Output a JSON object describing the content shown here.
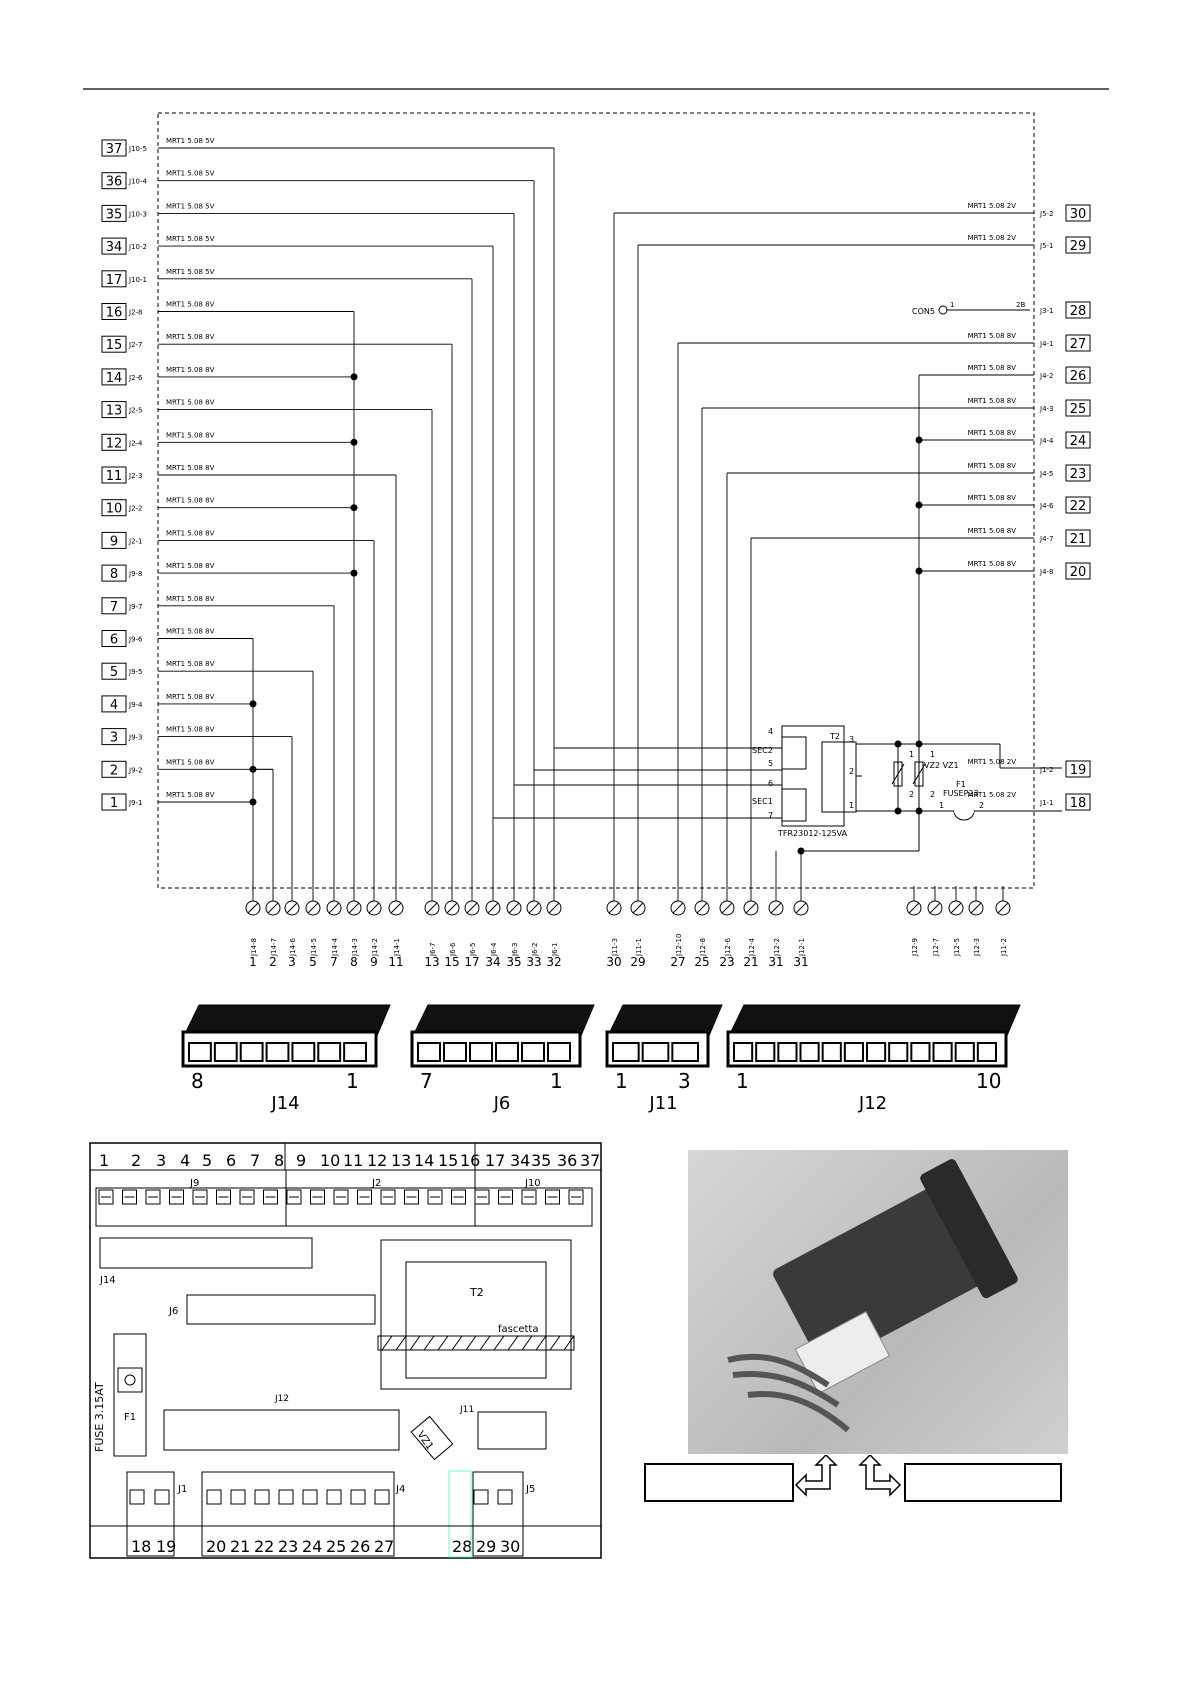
{
  "left_terminals": [
    {
      "num": "37",
      "conn": "J10-5",
      "wire": "MRT1 5.08 5V",
      "pin": "J6-1"
    },
    {
      "num": "36",
      "conn": "J10-4",
      "wire": "MRT1 5.08 5V",
      "pin": "J6-2"
    },
    {
      "num": "35",
      "conn": "J10-3",
      "wire": "MRT1 5.08 5V",
      "pin": "J6-3"
    },
    {
      "num": "34",
      "conn": "J10-2",
      "wire": "MRT1 5.08 5V",
      "pin": "J6-4"
    },
    {
      "num": "17",
      "conn": "J10-1",
      "wire": "MRT1 5.08 5V",
      "pin": "J6-5"
    },
    {
      "num": "16",
      "conn": "J2-8",
      "wire": "MRT1 5.08 8V",
      "pin": "J14-3"
    },
    {
      "num": "15",
      "conn": "J2-7",
      "wire": "MRT1 5.08 8V",
      "pin": "J6-6"
    },
    {
      "num": "14",
      "conn": "J2-6",
      "wire": "MRT1 5.08 8V",
      "pin": "J14-3"
    },
    {
      "num": "13",
      "conn": "J2-5",
      "wire": "MRT1 5.08 8V",
      "pin": "J6-7"
    },
    {
      "num": "12",
      "conn": "J2-4",
      "wire": "MRT1 5.08 8V",
      "pin": "J14-3"
    },
    {
      "num": "11",
      "conn": "J2-3",
      "wire": "MRT1 5.08 8V",
      "pin": "J14-1"
    },
    {
      "num": "10",
      "conn": "J2-2",
      "wire": "MRT1 5.08 8V",
      "pin": "J14-3"
    },
    {
      "num": "9",
      "conn": "J2-1",
      "wire": "MRT1 5.08 8V",
      "pin": "J14-2"
    },
    {
      "num": "8",
      "conn": "J9-8",
      "wire": "MRT1 5.08 8V",
      "pin": "J14-3"
    },
    {
      "num": "7",
      "conn": "J9-7",
      "wire": "MRT1 5.08 8V",
      "pin": "J14-4"
    },
    {
      "num": "6",
      "conn": "J9-6",
      "wire": "MRT1 5.08 8V",
      "pin": "J14-8"
    },
    {
      "num": "5",
      "conn": "J9-5",
      "wire": "MRT1 5.08 8V",
      "pin": "J14-5"
    },
    {
      "num": "4",
      "conn": "J9-4",
      "wire": "MRT1 5.08 8V",
      "pin": "J14-8"
    },
    {
      "num": "3",
      "conn": "J9-3",
      "wire": "MRT1 5.08 8V",
      "pin": "J14-6"
    },
    {
      "num": "2",
      "conn": "J9-2",
      "wire": "MRT1 5.08 8V",
      "pin": "J14-7"
    },
    {
      "num": "1",
      "conn": "J9-1",
      "wire": "MRT1 5.08 8V",
      "pin": "J14-8"
    }
  ],
  "right_terminals": [
    {
      "num": "30",
      "conn": "J5-2",
      "wire": "MRT1 5.08 2V"
    },
    {
      "num": "29",
      "conn": "J5-1",
      "wire": "MRT1 5.08 2V"
    },
    {
      "num": "28",
      "conn": "J3-1",
      "wire": ""
    },
    {
      "num": "27",
      "conn": "J4-1",
      "wire": "MRT1 5.08 8V"
    },
    {
      "num": "26",
      "conn": "J4-2",
      "wire": "MRT1 5.08 8V"
    },
    {
      "num": "25",
      "conn": "J4-3",
      "wire": "MRT1 5.08 8V"
    },
    {
      "num": "24",
      "conn": "J4-4",
      "wire": "MRT1 5.08 8V"
    },
    {
      "num": "23",
      "conn": "J4-5",
      "wire": "MRT1 5.08 8V"
    },
    {
      "num": "22",
      "conn": "J4-6",
      "wire": "MRT1 5.08 8V"
    },
    {
      "num": "21",
      "conn": "J4-7",
      "wire": "MRT1 5.08 8V"
    },
    {
      "num": "20",
      "conn": "J4-8",
      "wire": "MRT1 5.08 8V"
    },
    {
      "num": "19",
      "conn": "J1-2",
      "wire": "MRT1 5.08 2V"
    },
    {
      "num": "18",
      "conn": "J1-1",
      "wire": "MRT1 5.08 2V"
    }
  ],
  "con5": {
    "label": "CON5",
    "pin_a": "1",
    "pin_b": "2B"
  },
  "bottom_pins": [
    {
      "label": "J14-8",
      "num": "1"
    },
    {
      "label": "J14-7",
      "num": "2"
    },
    {
      "label": "J14-6",
      "num": "3"
    },
    {
      "label": "J14-5",
      "num": "5"
    },
    {
      "label": "J14-4",
      "num": "7"
    },
    {
      "label": "J14-3",
      "num": "8"
    },
    {
      "label": "J14-2",
      "num": "9"
    },
    {
      "label": "J14-1",
      "num": "11"
    },
    {
      "label": "J6-7",
      "num": "13"
    },
    {
      "label": "J6-6",
      "num": "15"
    },
    {
      "label": "J6-5",
      "num": "17"
    },
    {
      "label": "J6-4",
      "num": "34"
    },
    {
      "label": "J6-3",
      "num": "35"
    },
    {
      "label": "J6-2",
      "num": "33"
    },
    {
      "label": "J6-1",
      "num": "32"
    },
    {
      "label": "J11-3",
      "num": "30"
    },
    {
      "label": "J11-1",
      "num": "29"
    },
    {
      "label": "J12-10",
      "num": "27"
    },
    {
      "label": "J12-8",
      "num": "25"
    },
    {
      "label": "J12-6",
      "num": "23"
    },
    {
      "label": "J12-4",
      "num": "21"
    },
    {
      "label": "J12-2",
      "num": "31"
    },
    {
      "label": "J12-1",
      "num": "31"
    },
    {
      "label": "J12-9",
      "num": ""
    },
    {
      "label": "J12-7",
      "num": ""
    },
    {
      "label": "J12-5",
      "num": ""
    },
    {
      "label": "J12-3",
      "num": ""
    },
    {
      "label": "J11-2",
      "num": ""
    }
  ],
  "transformer": {
    "ref": "T2",
    "sec2": "SEC2",
    "sec1": "SEC1",
    "model": "TFR23012-125VA",
    "pins": [
      "4",
      "5",
      "6",
      "7",
      "3",
      "2",
      "1"
    ],
    "varistors": "VZ2  VZ1",
    "var_pins": [
      "1",
      "1",
      "2",
      "2"
    ],
    "fuse_ref": "F1",
    "fuse_model": "FUSEP23",
    "fuse_pins": [
      "1",
      "2"
    ]
  },
  "connectors": [
    {
      "name": "J14",
      "left": "8",
      "right": "1"
    },
    {
      "name": "J6",
      "left": "7",
      "right": "1"
    },
    {
      "name": "J11",
      "left": "1",
      "right": "3"
    },
    {
      "name": "J12",
      "left": "1",
      "right": "10"
    }
  ],
  "board": {
    "top_numbers": [
      "1",
      "2",
      "3",
      "4",
      "5",
      "6",
      "7",
      "8",
      "9",
      "10",
      "11",
      "12",
      "13",
      "14",
      "15",
      "16",
      "17",
      "34",
      "35",
      "36",
      "37"
    ],
    "top_blocks": [
      "J9",
      "J2",
      "J10"
    ],
    "j14": "J14",
    "j6": "J6",
    "t2": "T2",
    "fascetta": "fascetta",
    "fuse": "FUSE 3.15AT",
    "f1": "F1",
    "j12": "J12",
    "vz1": "VZ1",
    "j11": "J11",
    "j1": "J1",
    "j4": "J4",
    "j5": "J5",
    "bottom_numbers_j1": [
      "18",
      "19"
    ],
    "bottom_numbers_j4": [
      "20",
      "21",
      "22",
      "23",
      "24",
      "25",
      "26",
      "27"
    ],
    "bottom_numbers_j5": [
      "28",
      "29",
      "30"
    ]
  }
}
